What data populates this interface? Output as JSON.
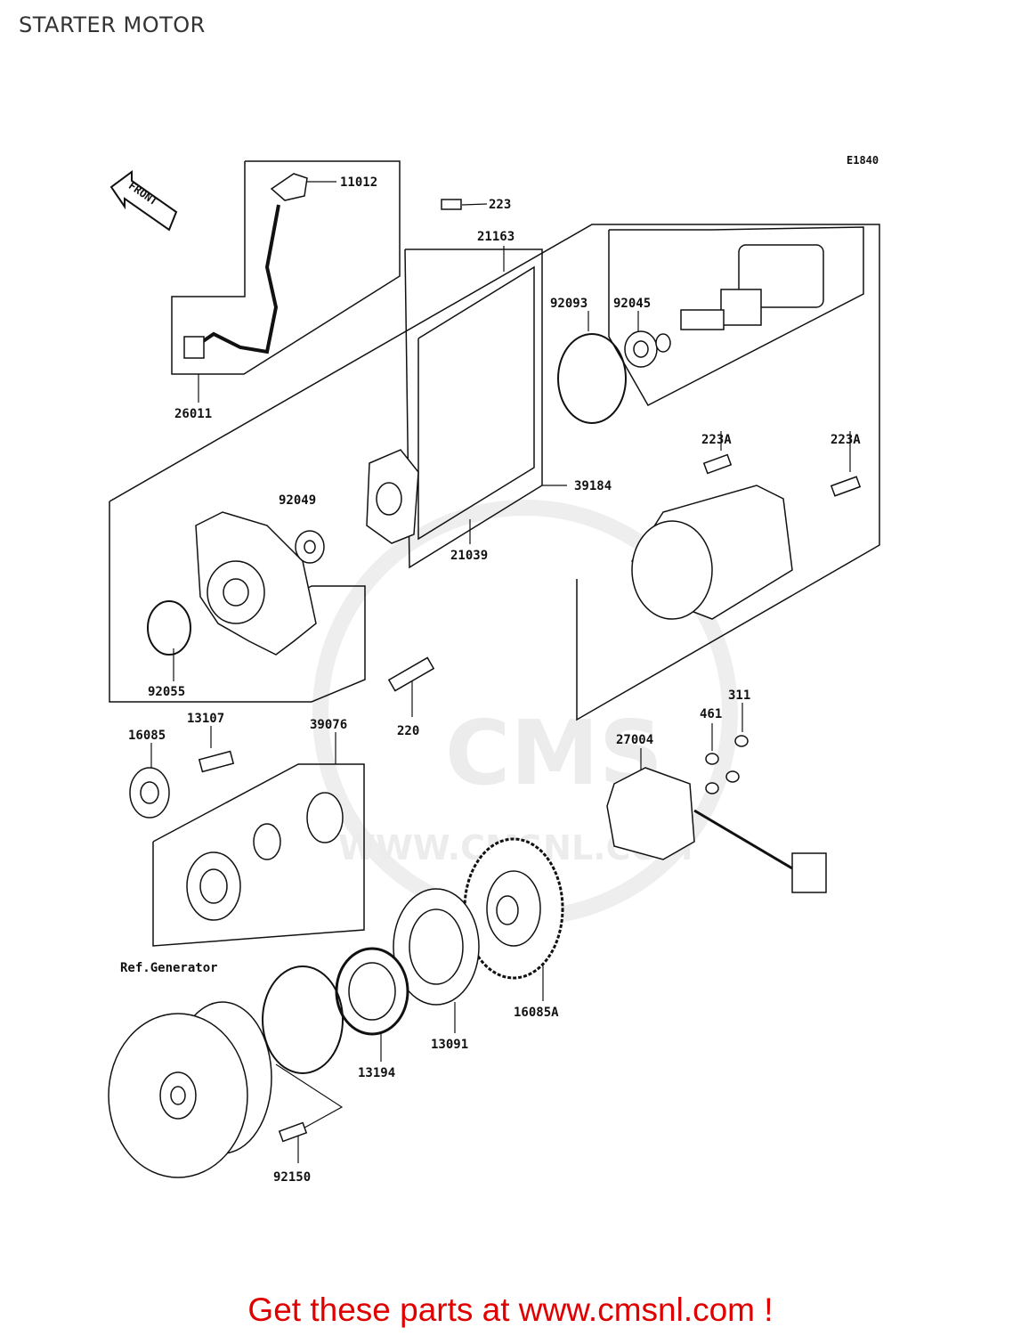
{
  "page": {
    "title": "STARTER MOTOR",
    "figure_code": "E1840",
    "front_label": "FRONT",
    "ref_label": "Ref.Generator",
    "watermark_brand": "CMS",
    "watermark_url": "WWW.CMSNL.COM",
    "footer": "Get these parts at www.cmsnl.com !"
  },
  "parts": {
    "p11012": "11012",
    "p223": "223",
    "p21163": "21163",
    "p92093": "92093",
    "p92045": "92045",
    "p26011": "26011",
    "p223A_1": "223A",
    "p223A_2": "223A",
    "p92049": "92049",
    "p39184": "39184",
    "p21039": "21039",
    "p92055": "92055",
    "p220": "220",
    "p13107": "13107",
    "p39076": "39076",
    "p16085": "16085",
    "p311": "311",
    "p461": "461",
    "p27004": "27004",
    "p16085A": "16085A",
    "p13091": "13091",
    "p13194": "13194",
    "p92150": "92150"
  }
}
